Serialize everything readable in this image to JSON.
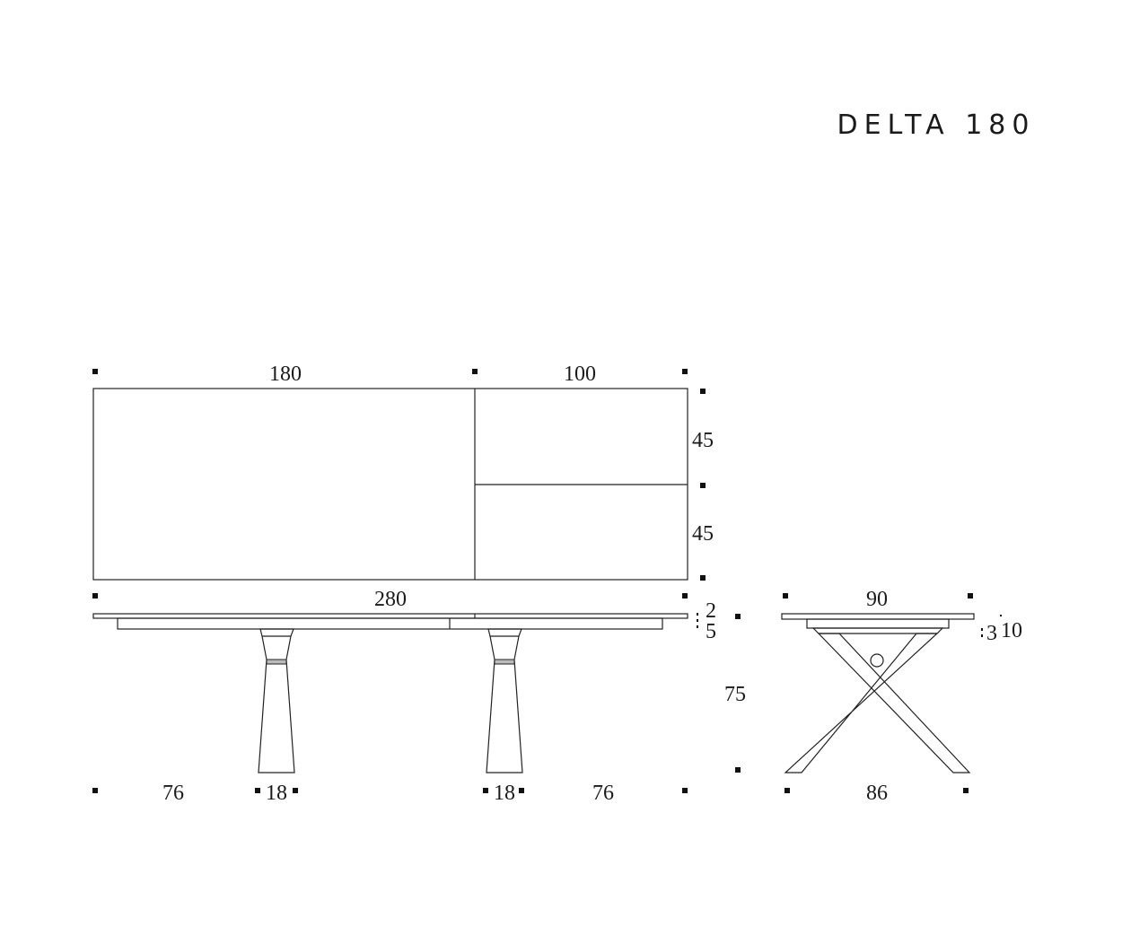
{
  "title": "DELTA 180",
  "top_view": {
    "length_fixed": "180",
    "length_ext": "100",
    "ext_width_a": "45",
    "ext_width_b": "45"
  },
  "side_view": {
    "total_length": "280",
    "top_thickness": "2",
    "apron_height": "5",
    "height": "75",
    "overhang_left": "76",
    "leg_width_left": "18",
    "leg_width_right": "18",
    "overhang_right": "76"
  },
  "end_view": {
    "width": "90",
    "inset_a": "3",
    "inset_b": "10",
    "foot_span": "86"
  }
}
